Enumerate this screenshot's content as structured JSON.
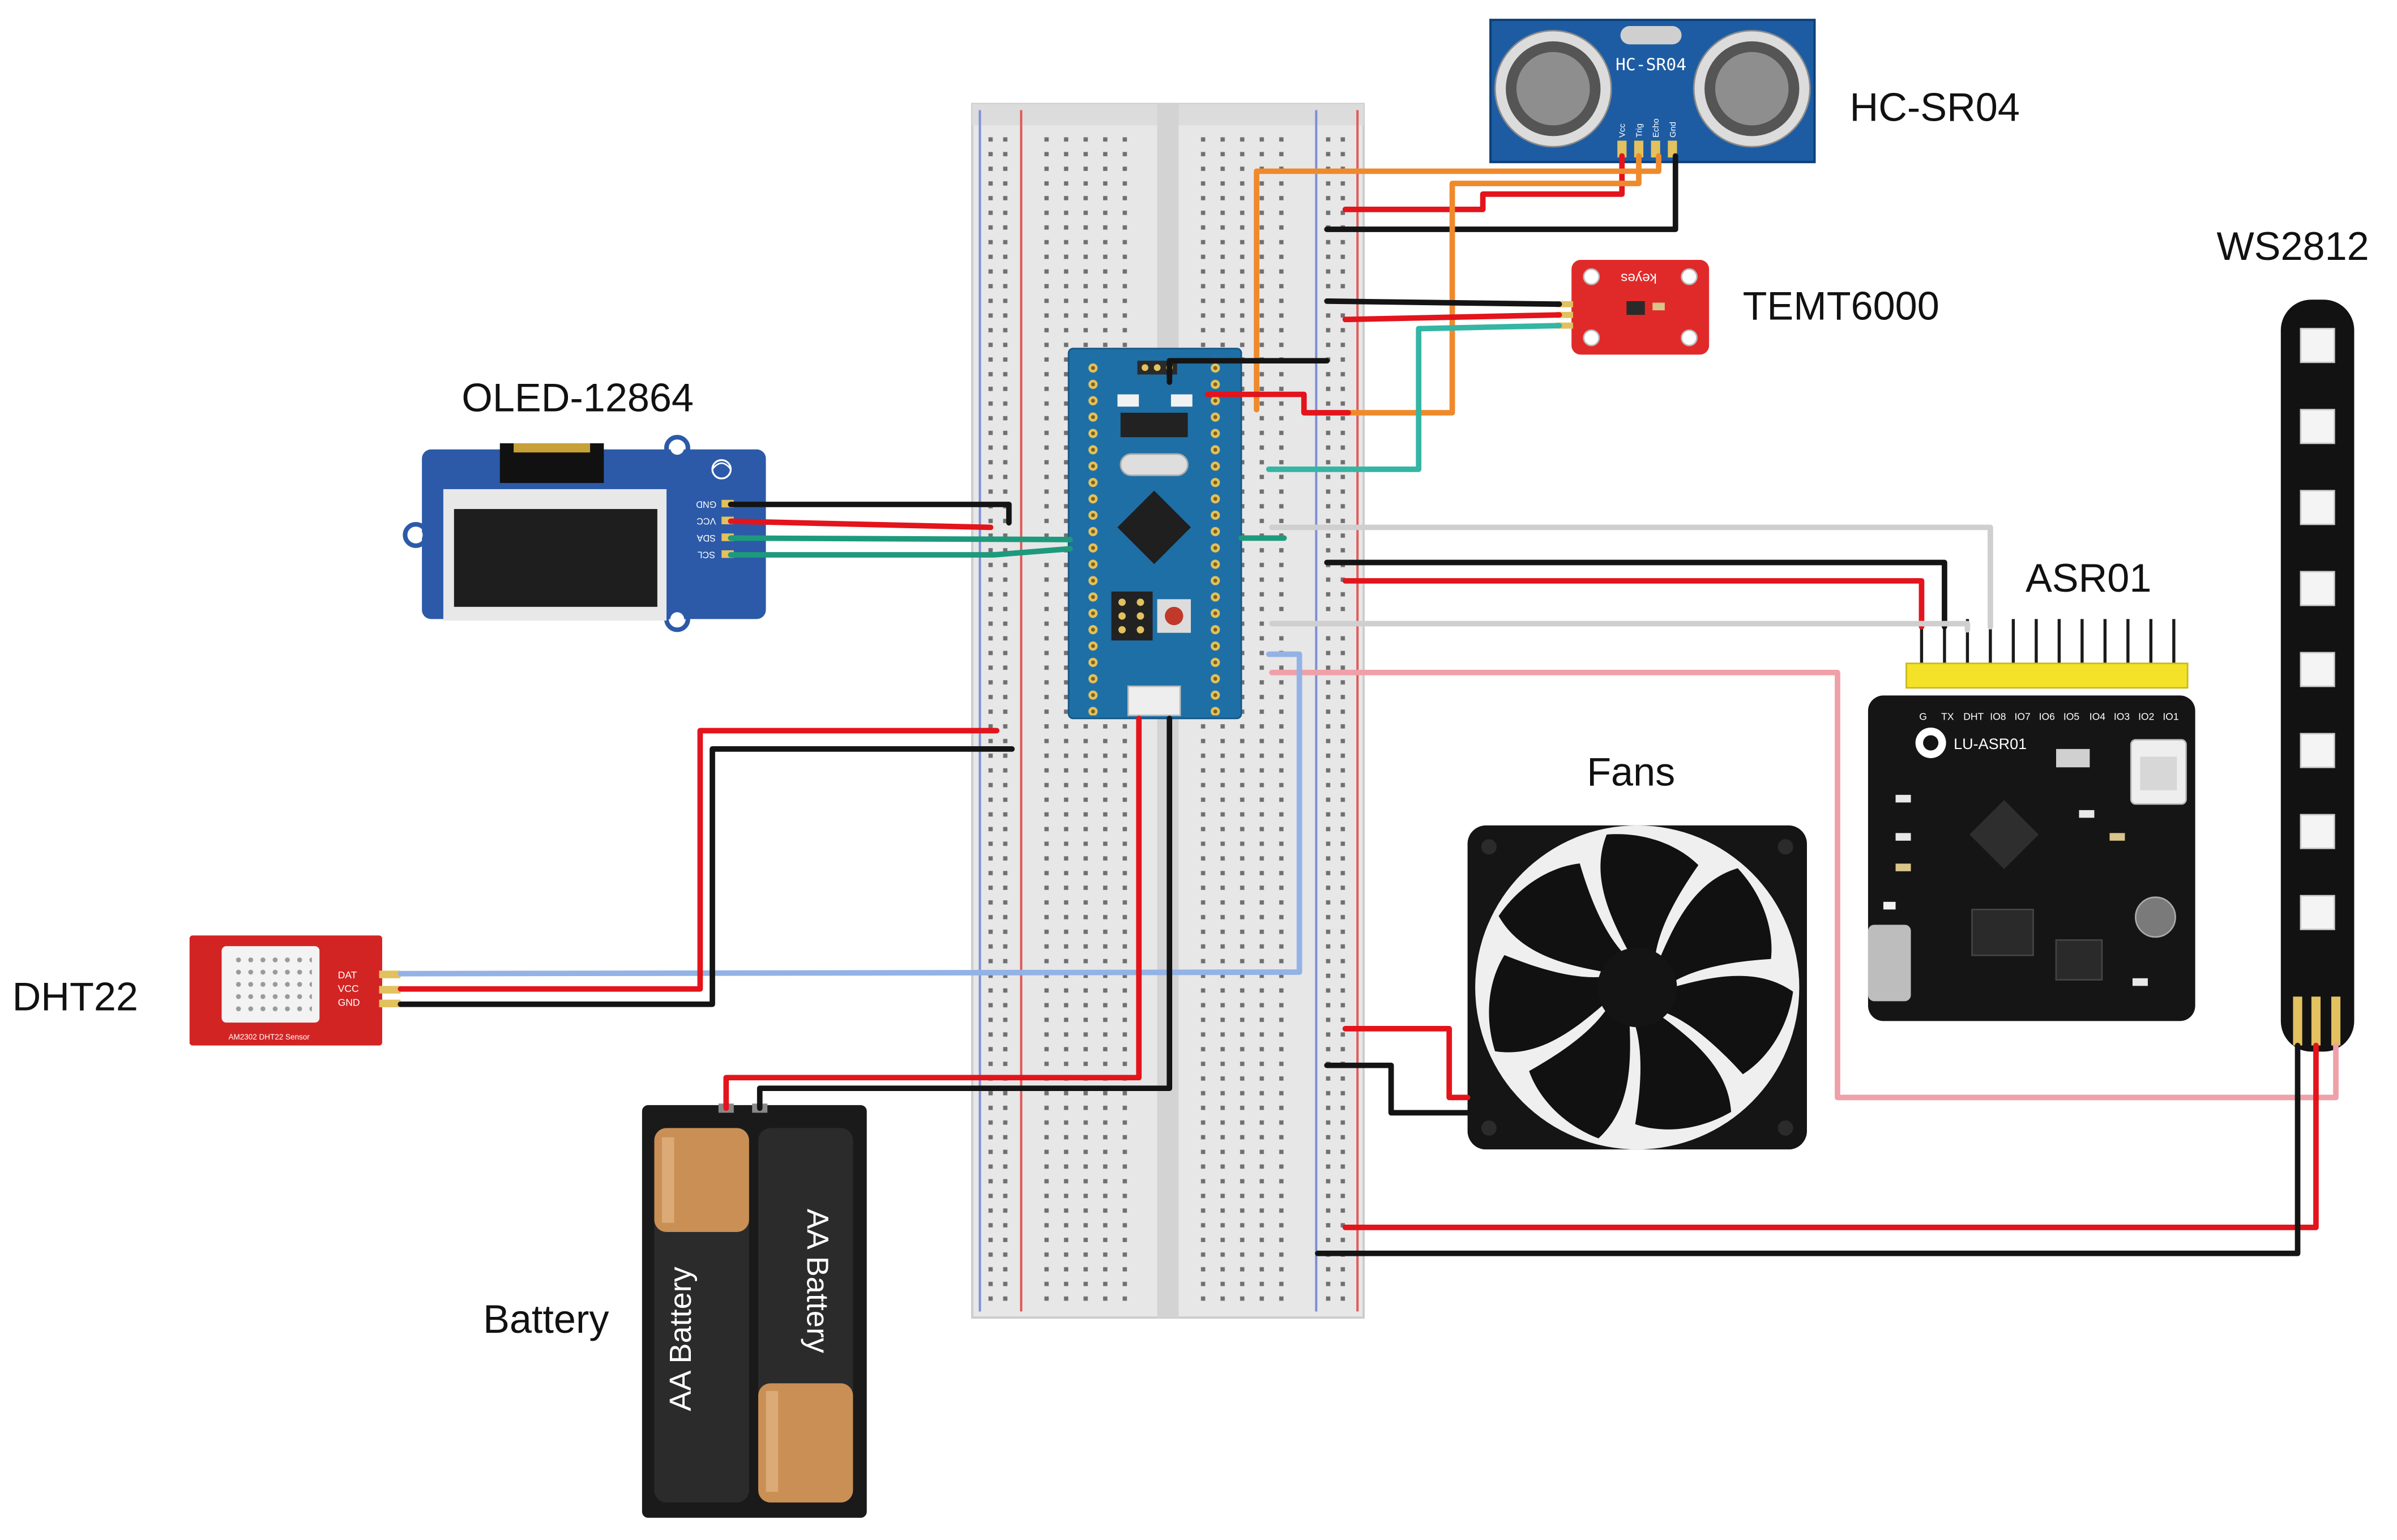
{
  "labels": {
    "hc_sr04": "HC-SR04",
    "temt6000": "TEMT6000",
    "ws2812": "WS2812",
    "oled": "OLED-12864",
    "asr01": "ASR01",
    "fans": "Fans",
    "dht22": "DHT22",
    "battery": "Battery"
  },
  "markings": {
    "hc_sr04_board": "HC-SR04",
    "hc_sr04_pins": [
      "Vcc",
      "Trig",
      "Echo",
      "Gnd"
    ],
    "temt6000_brand": "keyes",
    "oled_pins": [
      "GND",
      "VCC",
      "SDA",
      "SCL"
    ],
    "asr01_board": "LU-ASR01",
    "asr01_pins": [
      "G",
      "TX",
      "DHT",
      "IO8",
      "IO7",
      "IO6",
      "IO5",
      "IO4",
      "IO3",
      "IO2",
      "IO1"
    ],
    "dht22_pins": [
      "DAT",
      "VCC",
      "GND"
    ],
    "dht22_board": "AM2302 DHT22 Sensor",
    "battery_cells": [
      "AA Battery",
      "AA Battery"
    ]
  },
  "colors": {
    "wire_red": "#e3141b",
    "wire_black": "#141414",
    "wire_orange": "#ef8a2c",
    "wire_teal": "#35b5a4",
    "wire_green": "#1d9a7c",
    "wire_grey": "#cfcfcf",
    "wire_pink": "#efa0a8",
    "wire_lightblue": "#93b2e6",
    "stm32_blue": "#1e6fa6",
    "hc_sr04_blue": "#1d5ca3",
    "oled_blue": "#2c5aa8",
    "temt6000_red": "#e02a2a",
    "dht22_red": "#d32424",
    "header_yellow": "#f3e227",
    "battery_copper": "#c98f55"
  }
}
